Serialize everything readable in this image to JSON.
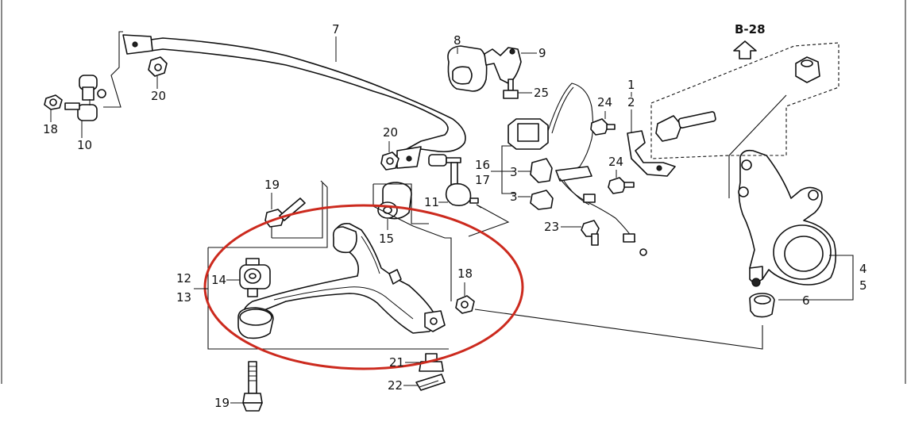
{
  "diagram": {
    "ref_label": "B-28",
    "callouts": [
      "1",
      "2",
      "3",
      "3",
      "4",
      "5",
      "6",
      "7",
      "8",
      "9",
      "10",
      "11",
      "12",
      "13",
      "14",
      "15",
      "16",
      "17",
      "18",
      "18",
      "19",
      "19",
      "20",
      "20",
      "21",
      "22",
      "23",
      "24",
      "24",
      "25"
    ],
    "highlight_color": "#cc2a1e"
  }
}
